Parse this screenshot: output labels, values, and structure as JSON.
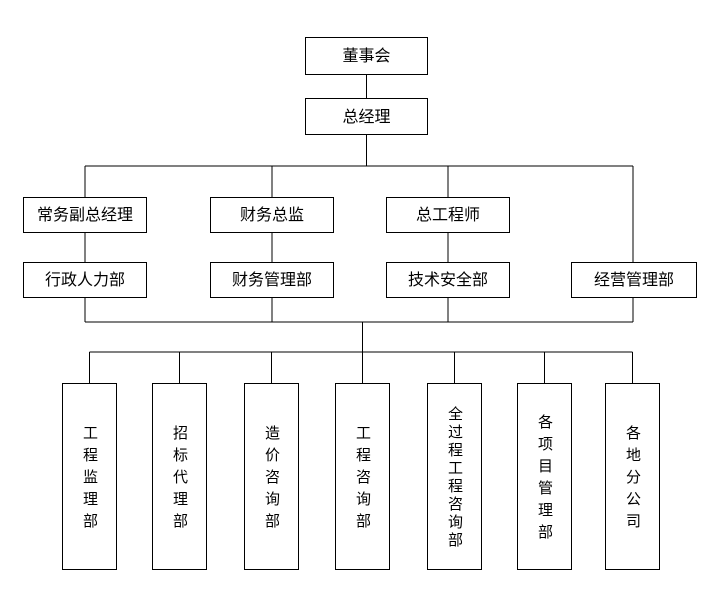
{
  "chart": {
    "title": "company-organization-chart",
    "level1": {
      "label": "董事会"
    },
    "level2": {
      "label": "总经理"
    },
    "level3": [
      {
        "label": "常务副总经理"
      },
      {
        "label": "财务总监"
      },
      {
        "label": "总工程师"
      }
    ],
    "level4": [
      {
        "label": "行政人力部"
      },
      {
        "label": "财务管理部"
      },
      {
        "label": "技术安全部"
      },
      {
        "label": "经营管理部"
      }
    ],
    "level5": [
      {
        "label": "工程监理部"
      },
      {
        "label": "招标代理部"
      },
      {
        "label": "造价咨询部"
      },
      {
        "label": "工程咨询部"
      },
      {
        "label": "全过程工程咨询部"
      },
      {
        "label": "各项目管理部"
      },
      {
        "label": "各地分公司"
      }
    ]
  },
  "colors": {
    "background": "#ffffff",
    "line": "#000000",
    "box_border": "#000000",
    "box_fill": "#ffffff",
    "text": "#000000"
  }
}
